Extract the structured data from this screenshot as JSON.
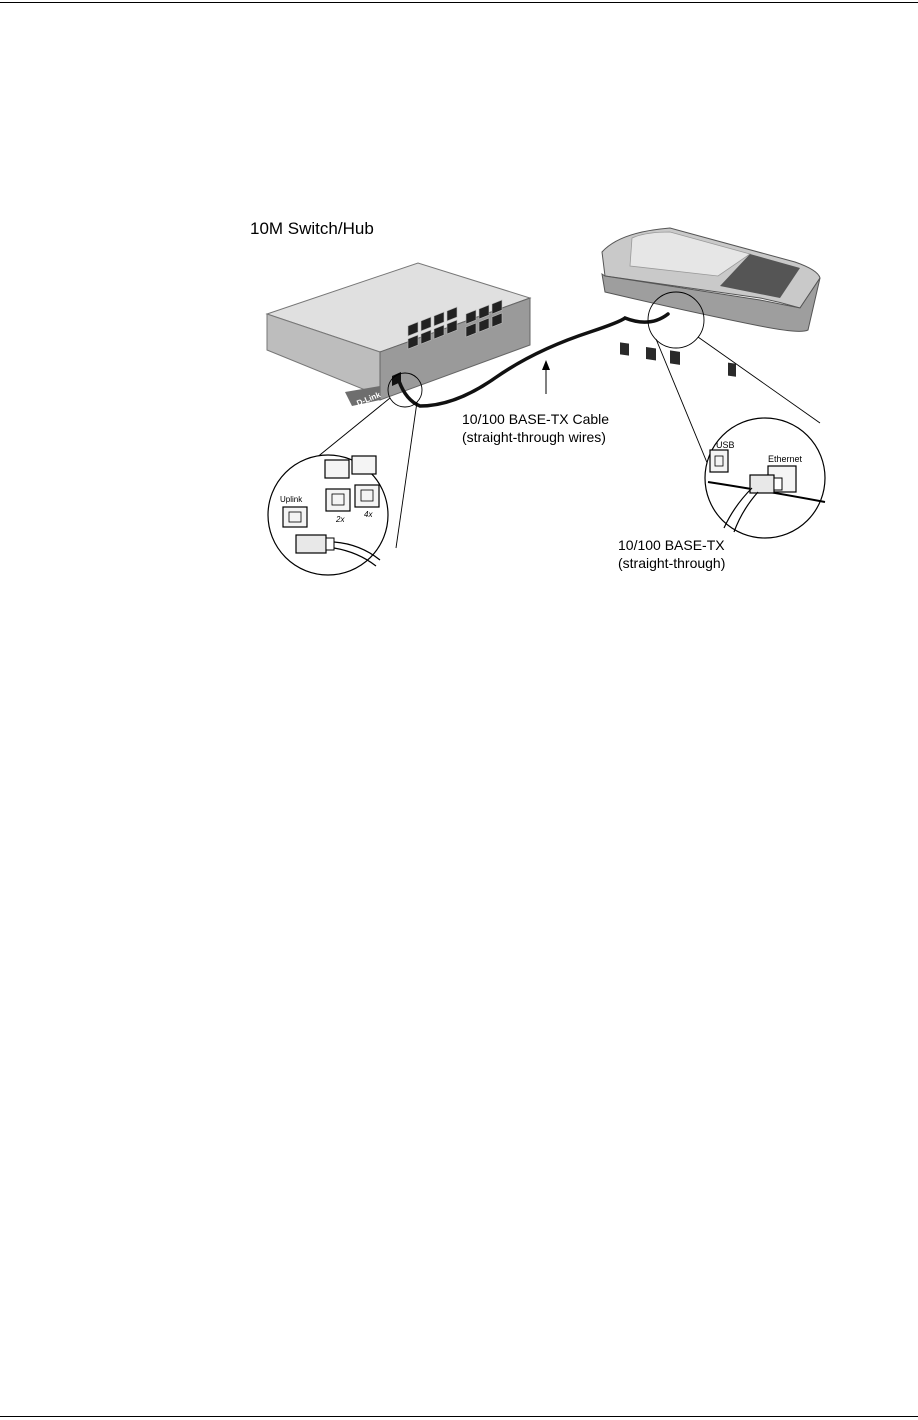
{
  "figure": {
    "switch_label": "10M Switch/Hub",
    "brand_text": "D-Link",
    "cable_label_line1": "10/100 BASE-TX Cable",
    "cable_label_line2": "(straight-through wires)",
    "device_label_line1": "10/100 BASE-TX",
    "device_label_line2": "(straight-through)",
    "uplink_port_label": "Uplink",
    "port_label_2x": "2x",
    "port_label_4x": "4x",
    "usb_port_label": "USB",
    "ethernet_port_label": "Ethernet"
  }
}
